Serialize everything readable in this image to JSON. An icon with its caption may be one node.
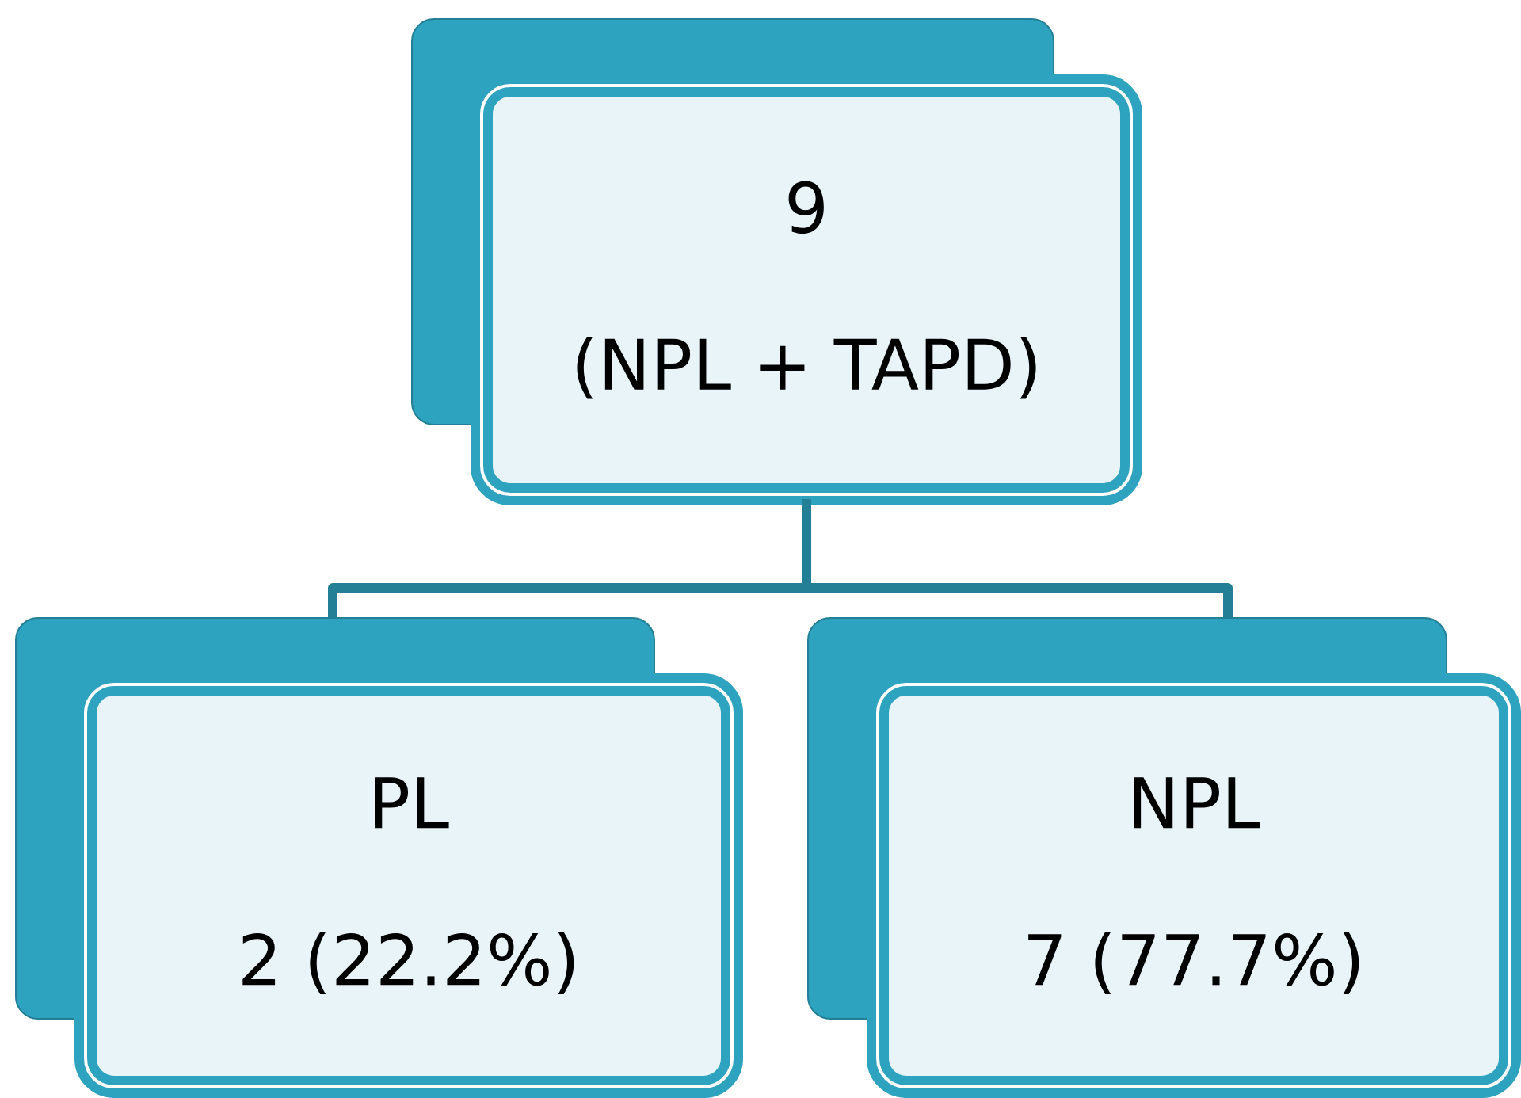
{
  "diagram": {
    "nodes": [
      {
        "text": [
          "9",
          "(NPL +  TAPD)"
        ]
      },
      {
        "text": [
          "PL",
          "2 (22.2%)"
        ]
      },
      {
        "text": [
          "NPL",
          "7 (77.7%)"
        ]
      }
    ],
    "edges": [
      {
        "from": 0,
        "to": 1,
        "arrow": "none"
      },
      {
        "from": 0,
        "to": 2,
        "arrow": "none"
      }
    ]
  }
}
